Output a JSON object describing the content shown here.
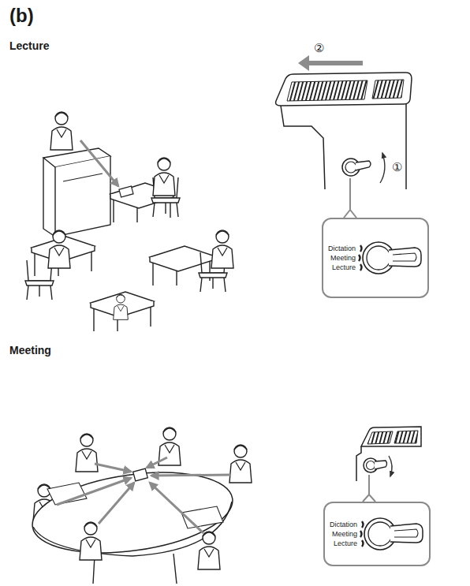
{
  "diagram": {
    "title": "(b)",
    "nodes": [
      {
        "text": [
          "Dictation",
          "Meeting",
          "Lecture"
        ]
      },
      {
        "text": [
          "Dictation",
          "Meeting",
          "Lecture"
        ]
      }
    ],
    "labels": [
      "Lecture",
      "②",
      "①",
      "Meeting"
    ]
  }
}
